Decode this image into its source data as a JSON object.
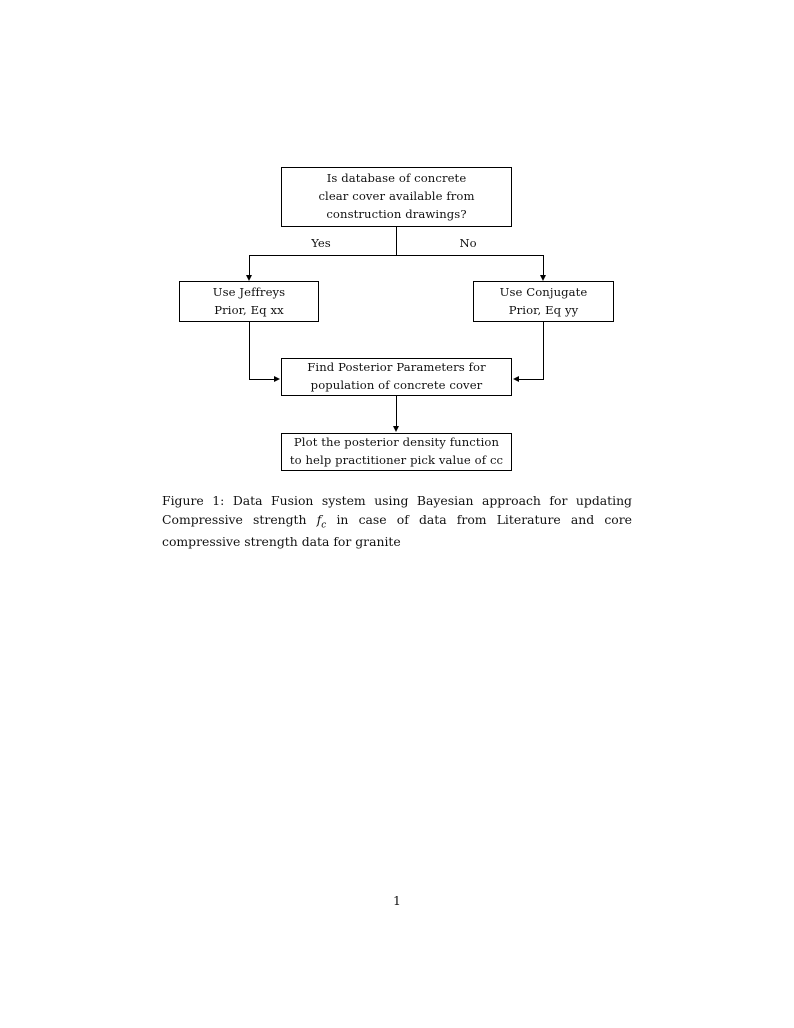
{
  "document": {
    "page_number": "1",
    "background_color": "#ffffff",
    "text_color": "#111111",
    "rule_color": "#000000"
  },
  "figure": {
    "nodes": [
      {
        "id": "decision",
        "lines": [
          "Is database of concrete",
          "clear cover available from",
          "construction drawings?"
        ]
      },
      {
        "id": "jeffreys",
        "lines": [
          "Use Jeffreys",
          "Prior, Eq xx"
        ]
      },
      {
        "id": "conjugate",
        "lines": [
          "Use Conjugate",
          "Prior, Eq yy"
        ]
      },
      {
        "id": "posterior",
        "lines": [
          "Find Posterior Parameters for",
          "population of concrete cover"
        ]
      },
      {
        "id": "plot",
        "lines": [
          "Plot the posterior density function",
          "to help practitioner pick value of cc"
        ]
      }
    ],
    "edge_labels": {
      "yes": "Yes",
      "no": "No"
    }
  },
  "caption": {
    "label": "Figure 1:",
    "text_part_1": "Data Fusion system using Bayesian approach for updating Compressive strength",
    "math_symbol": "f",
    "math_subscript": "c",
    "text_part_2": "in case of data from Literature and core compressive strength data for granite"
  }
}
